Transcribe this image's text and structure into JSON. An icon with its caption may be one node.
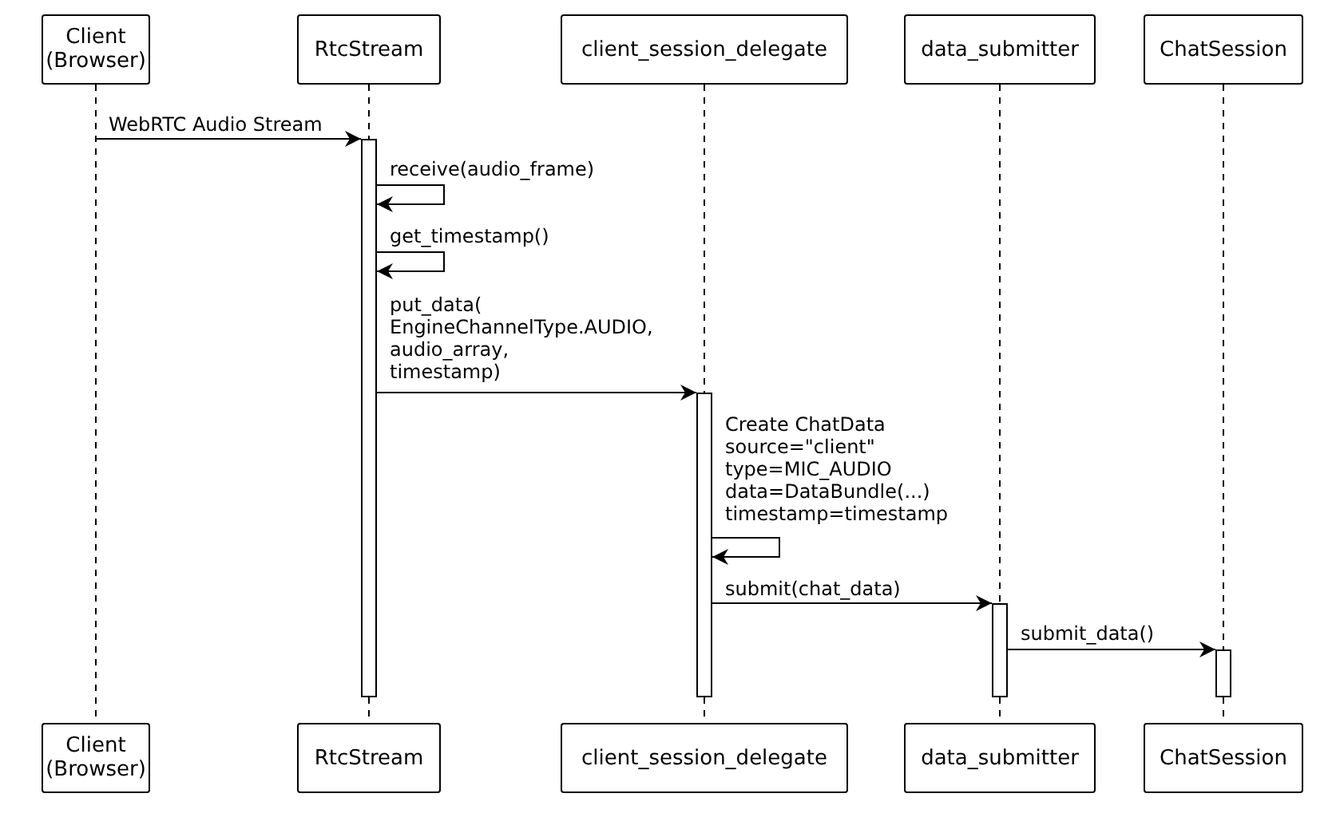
{
  "diagram": {
    "nodes": [
      {
        "text": [
          "Client (Browser)"
        ]
      },
      {
        "text": [
          "RtcStream"
        ]
      },
      {
        "text": [
          "client_session_delegate"
        ]
      },
      {
        "text": [
          "data_submitter"
        ]
      },
      {
        "text": [
          "ChatSession"
        ]
      },
      {
        "text": [
          "Client (Browser)"
        ]
      },
      {
        "text": [
          "RtcStream"
        ]
      },
      {
        "text": [
          "client_session_delegate"
        ]
      },
      {
        "text": [
          "data_submitter"
        ]
      },
      {
        "text": [
          "ChatSession"
        ]
      },
      {
        "text": [],
        "shape": "bar"
      },
      {
        "text": [],
        "shape": "bar"
      },
      {
        "text": [],
        "shape": "bar"
      },
      {
        "text": [],
        "shape": "bar"
      }
    ],
    "edges": [
      {
        "from": 0,
        "to": 5,
        "arrow": "none",
        "style": "dashed"
      },
      {
        "from": 1,
        "to": 10,
        "arrow": "none",
        "style": "dashed"
      },
      {
        "from": 10,
        "to": 6,
        "arrow": "none",
        "style": "dashed"
      },
      {
        "from": 2,
        "to": 11,
        "arrow": "none",
        "style": "dashed"
      },
      {
        "from": 11,
        "to": 7,
        "arrow": "none",
        "style": "dashed"
      },
      {
        "from": 3,
        "to": 12,
        "arrow": "none",
        "style": "dashed"
      },
      {
        "from": 12,
        "to": 8,
        "arrow": "none",
        "style": "dashed"
      },
      {
        "from": 4,
        "to": 13,
        "arrow": "none",
        "style": "dashed"
      },
      {
        "from": 13,
        "to": 9,
        "arrow": "none",
        "style": "dashed"
      },
      {
        "from": 0,
        "to": 10,
        "arrow": "to",
        "label": "WebRTC Audio Stream"
      },
      {
        "from": 10,
        "to": 10,
        "arrow": "to",
        "label": "receive(audio_frame)"
      },
      {
        "from": 10,
        "to": 10,
        "arrow": "to",
        "label": "get_timestamp()"
      },
      {
        "from": 10,
        "to": 11,
        "arrow": "to",
        "label": "put_data( EngineChannelType.AUDIO, audio_array, timestamp)"
      },
      {
        "from": 11,
        "to": 11,
        "arrow": "to",
        "label": "Create ChatData source=\"client\" type=MIC_AUDIO data=DataBundle(...) timestamp=timestamp"
      },
      {
        "from": 11,
        "to": 12,
        "arrow": "to",
        "label": "submit(chat_data)"
      },
      {
        "from": 12,
        "to": 13,
        "arrow": "to",
        "label": "submit_data()"
      }
    ]
  }
}
